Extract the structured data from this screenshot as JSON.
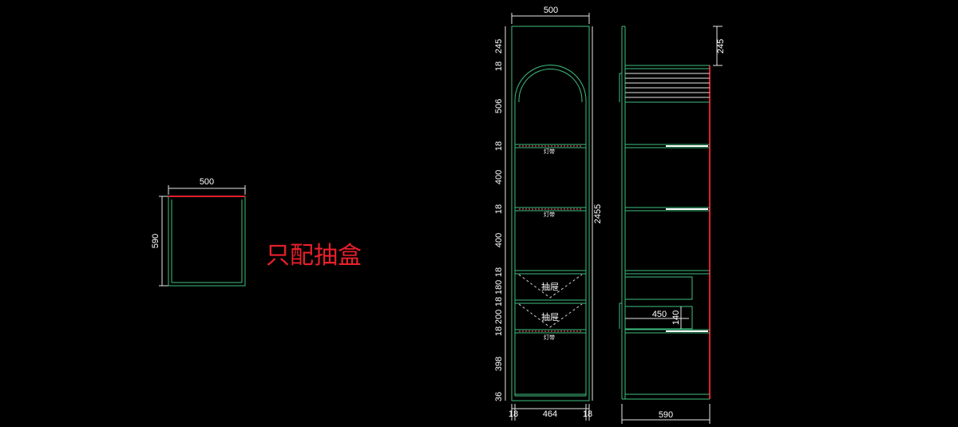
{
  "colors": {
    "background": "#000000",
    "cabinet_line": "#3fbf7f",
    "dimension_line": "#e6e6e6",
    "highlight_edge": "#e0202a",
    "note_text": "#e8202a",
    "light_strip": "#b8404a"
  },
  "small_cabinet": {
    "width_dim": "500",
    "depth_dim": "590",
    "note": "只配抽盒"
  },
  "front_view": {
    "top_width": "500",
    "total_height": "2455",
    "vertical_dims": [
      "245",
      "18",
      "506",
      "18",
      "400",
      "18",
      "400",
      "18",
      "180",
      "18",
      "200",
      "18",
      "398",
      "36"
    ],
    "bottom_dims": [
      "18",
      "464",
      "18"
    ],
    "drawer_label_1": "抽屉",
    "drawer_label_2": "抽屉",
    "light_label_1": "灯带",
    "light_label_2": "灯带",
    "light_label_3": "灯带"
  },
  "side_view": {
    "top_dim": "245",
    "depth_dim": "590",
    "drawer_width": "450",
    "drawer_height": "140"
  }
}
